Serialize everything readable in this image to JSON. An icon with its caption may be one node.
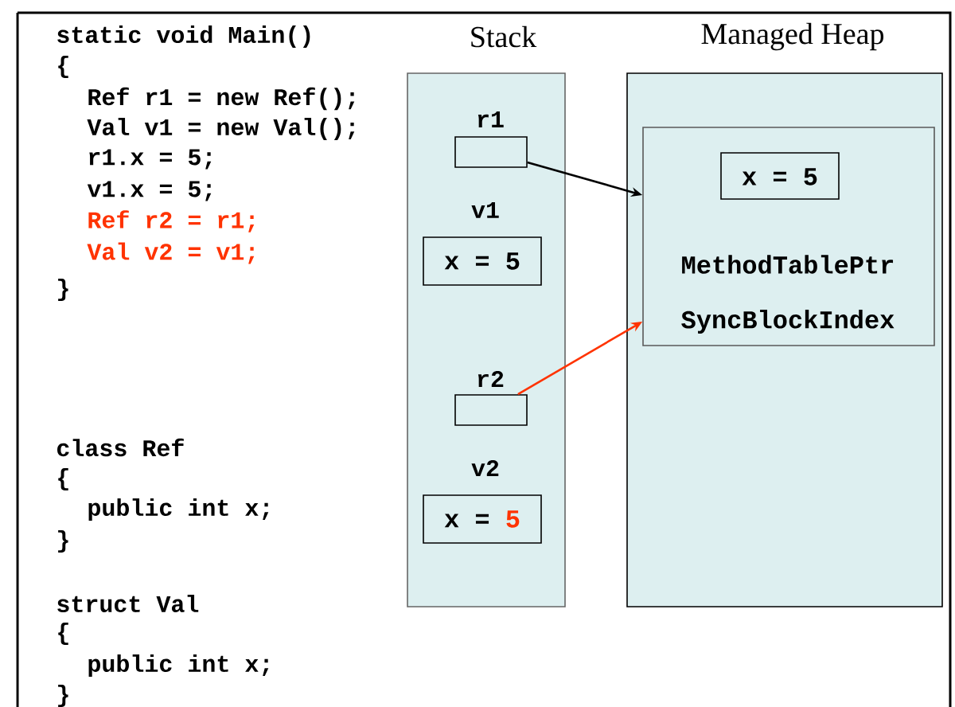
{
  "diagram": {
    "nodes": [
      {
        "text": [
          "Stack"
        ]
      },
      {
        "text": [
          "Managed Heap"
        ]
      },
      {
        "text": [
          "r1"
        ],
        "in": 0
      },
      {
        "text": [
          "v1",
          "x = 5"
        ],
        "in": 0
      },
      {
        "text": [
          "r2"
        ],
        "in": 0
      },
      {
        "text": [
          "v2",
          "x =",
          "5"
        ],
        "in": 0
      },
      {
        "text": [
          "MethodTablePtr",
          "SyncBlockIndex"
        ],
        "in": 1
      },
      {
        "text": [
          "x = 5"
        ],
        "in": 6
      }
    ],
    "edges": [
      {
        "from": 2,
        "to": 6,
        "arrow": "to"
      },
      {
        "from": 4,
        "to": 6,
        "arrow": "to",
        "color": "#ff3300"
      }
    ],
    "labels": [
      "static void Main()",
      "{",
      "Ref r1 = new Ref();",
      "Val v1 = new Val();",
      "r1.x = 5;",
      "v1.x = 5;",
      "Ref r2 = r1;",
      "Val v2 = v1;",
      "}",
      "class Ref",
      "{",
      "public int x;",
      "}",
      "struct Val",
      "{",
      "public int x;",
      "}"
    ]
  }
}
